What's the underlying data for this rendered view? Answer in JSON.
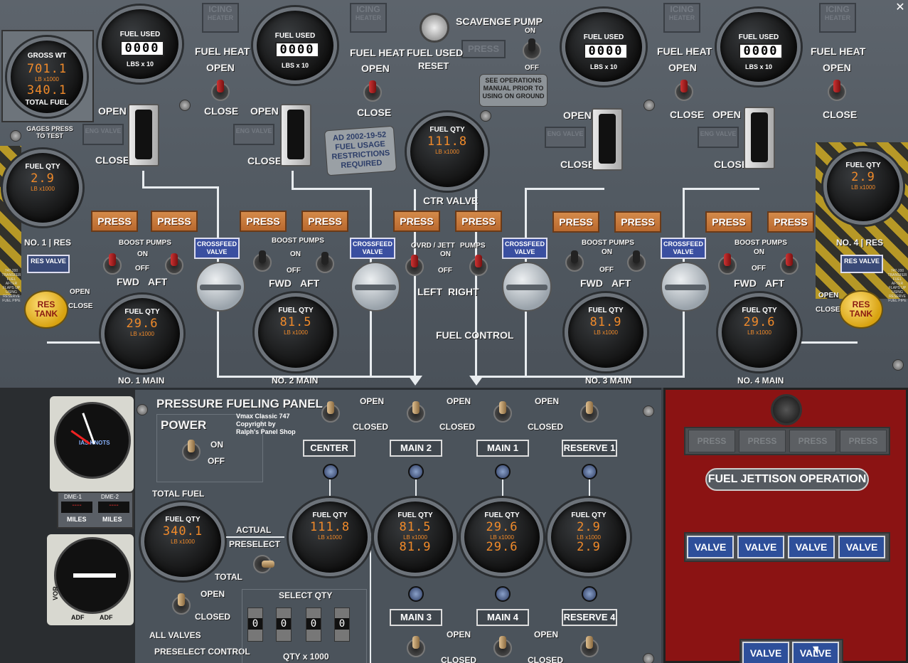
{
  "upper": {
    "gross_wt": {
      "title": "GROSS WT",
      "value1": "701.1",
      "unit": "LB     x1000",
      "value2": "340.1",
      "subtitle": "TOTAL FUEL"
    },
    "gages_press": "GAGES PRESS TO TEST",
    "icing_heater": [
      "ICING",
      "HEATER"
    ],
    "fuel_used_gauges": [
      {
        "title": "FUEL USED",
        "counter": "0000",
        "unit": "LBS x 10"
      },
      {
        "title": "FUEL USED",
        "counter": "0000",
        "unit": "LBS x 10"
      },
      {
        "title": "FUEL USED",
        "counter": "0000",
        "unit": "LBS x 10"
      },
      {
        "title": "FUEL USED",
        "counter": "0000",
        "unit": "LBS x 10"
      }
    ],
    "fuel_heat": "FUEL HEAT",
    "open": "OPEN",
    "close": "CLOSE",
    "eng_valve": "ENG VALVE",
    "scavenge": {
      "title": "SCAVENGE PUMP",
      "on": "ON",
      "off": "OFF",
      "press": "PRESS"
    },
    "fuel_used_reset": {
      "line1": "FUEL USED",
      "line2": "RESET"
    },
    "ops_note": "SEE OPERATIONS MANUAL PRIOR TO USING ON GROUND",
    "ad_note": "AD 2002-19-52 FUEL USAGE RESTRICTIONS REQUIRED",
    "ctr_qty": {
      "title": "FUEL QTY",
      "value": "111.8",
      "unit": "LB     x1000"
    },
    "ctr_valve": "CTR VALVE",
    "res_qty_left": {
      "title": "FUEL QTY",
      "value": "2.9",
      "unit": "LB     x1000"
    },
    "res_qty_right": {
      "title": "FUEL QTY",
      "value": "2.9",
      "unit": "LB     x1000"
    },
    "no1_res": "NO. 1 | RES",
    "no4_res": "NO. 4 | RES",
    "res_valve": "RES VALVE",
    "res_tank": "RES TANK",
    "press": "PRESS",
    "boost_pumps": "BOOST PUMPS",
    "on": "ON",
    "off": "OFF",
    "fwd": "FWD",
    "aft": "AFT",
    "crossfeed": "CROSSFEED VALVE",
    "ovrd_jett": "OVRD / JETT",
    "pumps": "PUMPS",
    "left": "LEFT",
    "right": "RIGHT",
    "fuel_control": "FUEL CONTROL",
    "main_gauges": [
      {
        "title": "FUEL QTY",
        "value": "29.6",
        "unit": "LB     x1000",
        "label": "NO. 1 MAIN"
      },
      {
        "title": "FUEL QTY",
        "value": "81.5",
        "unit": "LB     x1000",
        "label": "NO. 2 MAIN"
      },
      {
        "title": "FUEL QTY",
        "value": "81.9",
        "unit": "LB     x1000",
        "label": "NO. 3 MAIN"
      },
      {
        "title": "FUEL QTY",
        "value": "29.6",
        "unit": "LB     x1000",
        "label": "NO. 4 MAIN"
      }
    ],
    "side_note": "747-200 TRANSFER FUEL AFTER FLAPS UP USING RESERVE FUEL PIPE",
    "open_small": "OPEN",
    "close_small": "CLOSE"
  },
  "instruments": {
    "dme1": "DME-1",
    "dme2": "DME-2",
    "miles": "MILES",
    "dme_value": "----",
    "adf": "ADF",
    "vor": "VOR",
    "ias": "IAS KNOTS"
  },
  "pressure_panel": {
    "title": "PRESSURE FUELING PANEL",
    "credit": [
      "Vmax Classic 747",
      "Copyright by",
      "Ralph's Panel Shop"
    ],
    "power": {
      "label": "POWER",
      "on": "ON",
      "off": "OFF"
    },
    "total_fuel_label": "TOTAL FUEL",
    "total_gauge": {
      "title": "FUEL QTY",
      "value": "340.1",
      "unit": "LB     x1000"
    },
    "actual": "ACTUAL",
    "preselect": "PRESELECT",
    "total": "TOTAL",
    "open": "OPEN",
    "closed": "CLOSED",
    "all_valves": "ALL VALVES",
    "preselect_control": "PRESELECT CONTROL",
    "select_qty": "SELECT QTY",
    "qty_unit": "QTY x 1000",
    "digits": [
      "0",
      "0",
      "0",
      "0"
    ],
    "tanks_top": [
      "CENTER",
      "MAIN 2",
      "MAIN 1",
      "RESERVE 1"
    ],
    "tanks_bottom": [
      "MAIN 3",
      "MAIN 4",
      "RESERVE 4"
    ],
    "qty_gauges": [
      {
        "title": "FUEL QTY",
        "v1": "111.8",
        "unit": "LB     x1000",
        "v2": ""
      },
      {
        "title": "FUEL QTY",
        "v1": "81.5",
        "unit": "LB     x1000",
        "v2": "81.9"
      },
      {
        "title": "FUEL QTY",
        "v1": "29.6",
        "unit": "LB     x1000",
        "v2": "29.6"
      },
      {
        "title": "FUEL QTY",
        "v1": "2.9",
        "unit": "LB     x1000",
        "v2": "2.9"
      }
    ]
  },
  "jettison": {
    "press": [
      "PRESS",
      "PRESS",
      "PRESS",
      "PRESS"
    ],
    "title": "FUEL JETTISON OPERATION",
    "valves": [
      "VALVE",
      "VALVE",
      "VALVE",
      "VALVE"
    ],
    "bottom_valves": [
      "VALVE",
      "VALVE"
    ]
  },
  "colors": {
    "panel": "#505860",
    "press": "#c97a3c",
    "jettison": "#8b1313",
    "digit": "#f08a2a"
  }
}
